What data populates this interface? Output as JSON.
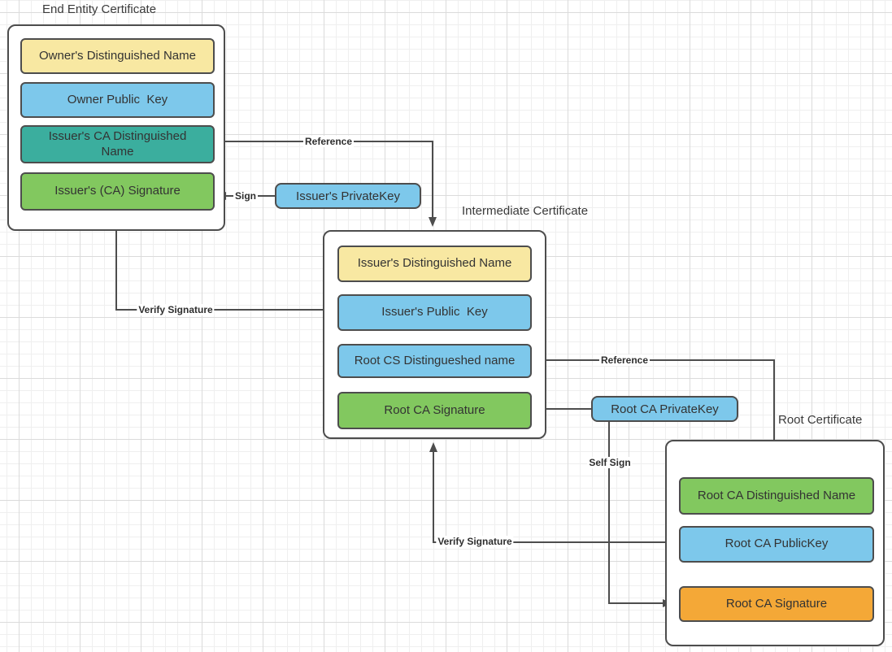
{
  "palette": {
    "yellow": "#F8E8A2",
    "blue": "#7DC8EB",
    "teal": "#3BAE9E",
    "green": "#82C85F",
    "orange": "#F4A837",
    "line": "#4D4D4D"
  },
  "end_entity": {
    "title": "End Entity Certificate",
    "fields": [
      {
        "label": "Owner's Distinguished Name",
        "color": "yellow"
      },
      {
        "label": "Owner Public  Key",
        "color": "blue"
      },
      {
        "label": "Issuer's CA Distinguished Name",
        "color": "teal"
      },
      {
        "label": "Issuer's (CA) Signature",
        "color": "green"
      }
    ]
  },
  "intermediate": {
    "title": "Intermediate Certificate",
    "fields": [
      {
        "label": "Issuer's Distinguished Name",
        "color": "yellow"
      },
      {
        "label": "Issuer's Public  Key",
        "color": "blue"
      },
      {
        "label": "Root CS Distingueshed name",
        "color": "blue"
      },
      {
        "label": "Root CA Signature",
        "color": "green"
      }
    ]
  },
  "root": {
    "title": "Root Certificate",
    "fields": [
      {
        "label": "Root CA Distinguished Name",
        "color": "green"
      },
      {
        "label": "Root CA PublicKey",
        "color": "blue"
      },
      {
        "label": "Root CA Signature",
        "color": "orange"
      }
    ]
  },
  "keys": {
    "issuer_private_key": "Issuer's PrivateKey",
    "root_private_key": "Root CA PrivateKey"
  },
  "edges": {
    "reference1": "Reference",
    "sign": "Sign",
    "verify1": "Verify Signature",
    "reference2": "Reference",
    "self_sign": "Self Sign",
    "verify2": "Verify Signature"
  }
}
